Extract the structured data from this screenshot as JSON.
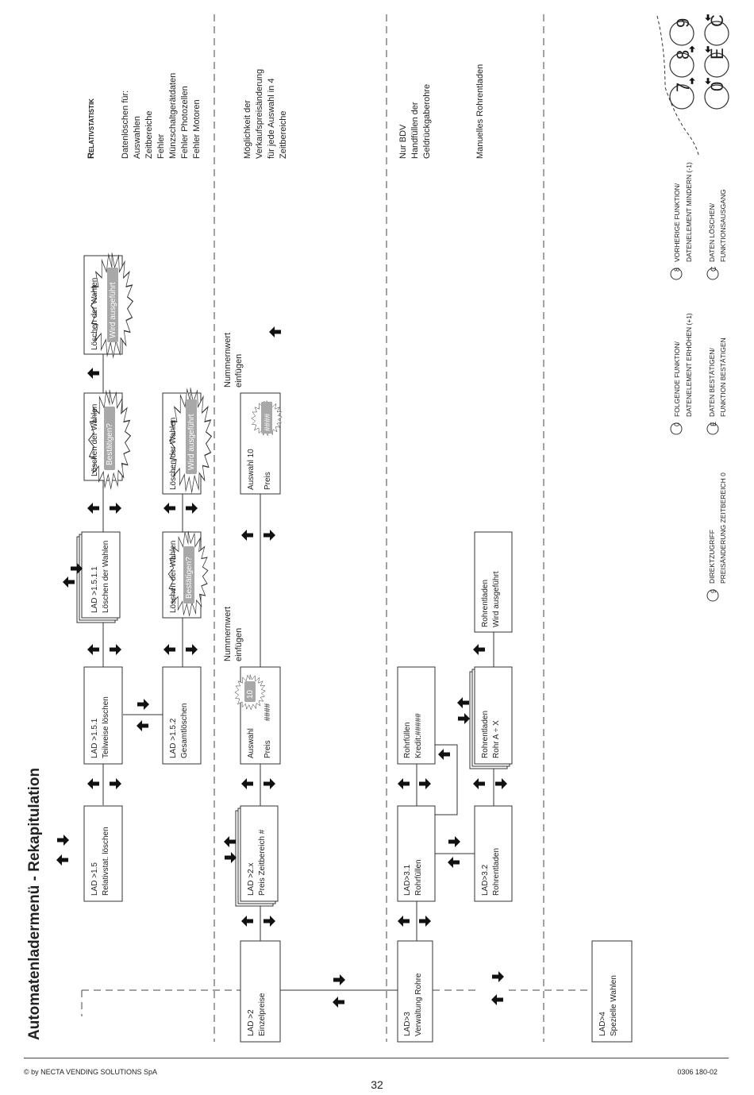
{
  "title": "Automatenladermenü - Rekapitulation",
  "footer": {
    "copyright": "© by NECTA VENDING SOLUTIONS SpA",
    "page": "32",
    "doc_code": "0306 180-02"
  },
  "menu": {
    "lad2_a": "LAD >2",
    "lad2_b": "Einzelpreise",
    "lad3_a": "LAD>3",
    "lad3_b": "Verwaltung Rohre",
    "lad4_a": "LAD>4",
    "lad4_b": "Spezielle Wahlen",
    "lad15_a": "LAD >1.5",
    "lad15_b": "Relativstat. löschen",
    "lad151_a": "LAD >1.5.1",
    "lad151_b": "Teilweise löschen",
    "lad1511_a": "LAD >1.5.1.1",
    "lad1511_b": "Löschen der Wahlen",
    "lad152_a": "LAD >1.5.2",
    "lad152_b": "Gesamtlöschen",
    "loeschen": "Löschen der Wahlen",
    "bestaetigen": "Bestätigen?",
    "wird": "Wird ausgeführt",
    "lad2x_a": "LAD >2.x",
    "lad2x_b": "Preis Zeitbereich #",
    "auswahl_a": "Auswahl",
    "auswahl_b": "Preis",
    "auswahl_num": "10",
    "auswahl_price": "####",
    "auswahl10_a": "Auswahl 10",
    "auswahl10_b": "Preis",
    "auswahl10_price": "####",
    "nummernwert_a": "Nummernwert",
    "nummernwert_b": "einfügen",
    "lad31_a": "LAD>3.1",
    "lad31_b": "Rohrfüllen",
    "lad32_a": "LAD>3.2",
    "lad32_b": "Rohrentladen",
    "rohrfuellen_a": "Rohrfüllen",
    "rohrfuellen_b": "Kredit:#####",
    "rohrentladen_a": "Rohrentladen",
    "rohrentladen_b": "Rohr A ÷ X",
    "rohrentladen2_a": "Rohrentladen",
    "rohrentladen2_b": "Wird ausgeführt"
  },
  "notes": {
    "relativ_head": "Relativstatistik",
    "relativ_lines": [
      "Datenlöschen für:",
      "Auswahlen",
      "Zeitbereiche",
      "Fehler",
      "Münzschaltgerätdaten",
      "Fehler Photozellen",
      "Fehler Motoren"
    ],
    "preis_lines": [
      "Möglichkeit der",
      "Verkaufspreisänderung",
      "für jede Auswahl in 4",
      "Zeitbereiche"
    ],
    "bdv_lines": [
      "Nur BDV",
      "Handfüllen der",
      "Geldrückgaberohre"
    ],
    "manuell": "Manuelles Rohrentladen"
  },
  "legend": {
    "key0_sym": "0",
    "key0_a": "FOLGENDE FUNKTION/",
    "key0_b": "DATENELEMENT ERHÖHEN (+1)",
    "key8_sym": "8",
    "key8_a": "VORHERIGE FUNKTION/",
    "key8_b": "DATENELEMENT MINDERN (-1)",
    "keyE_sym": "E",
    "keyE_a": "DATEN BESTÄTIGEN/",
    "keyE_b": "FUNKTION BESTÄTIGEN",
    "keyC_sym": "C",
    "keyC_a": "DATEN LÖSCHEN/",
    "keyC_b": "FUNKTIONSAUSGANG",
    "key9_sym": "9",
    "key9_a": "DIREKTZUGRIFF",
    "key9_b": "PREISÄNDERUNG ZEITBEREICH 0"
  },
  "keypad": {
    "k7": "7",
    "k8": "8",
    "k9": "9",
    "k0": "0",
    "kE": "E",
    "kC": "C"
  }
}
